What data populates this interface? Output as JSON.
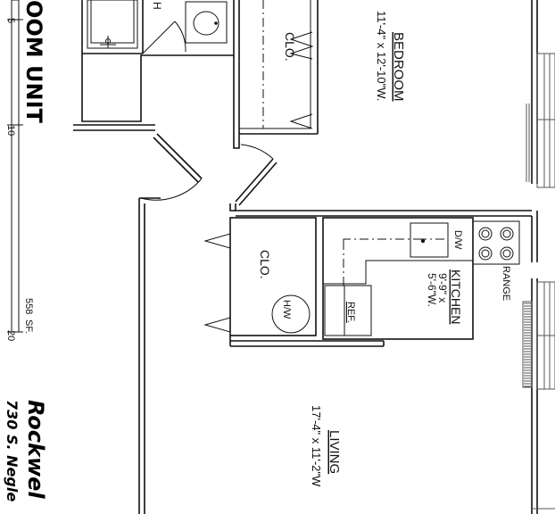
{
  "title": {
    "unit_type": "OOM UNIT",
    "building_name": "Rockwel",
    "address": "730 S. Negle"
  },
  "scale": {
    "ticks": [
      "5",
      "10",
      "20"
    ]
  },
  "area": {
    "value": "558",
    "unit": "SF."
  },
  "rooms": {
    "bedroom": {
      "name": "BEDROOM",
      "dims": "11'-4\" x 12'-10\"W."
    },
    "kitchen": {
      "name": "KITCHEN",
      "dims_line1": "9'-9\" x",
      "dims_line2": "5'-6\"W."
    },
    "living": {
      "name": "LIVING",
      "dims": "17'-4\" x 11'-2\"W"
    },
    "closet_upper": {
      "name": "CLO."
    },
    "closet_lower": {
      "name": "CLO."
    },
    "bath_partial": {
      "name": "H"
    }
  },
  "fixtures": {
    "dishwasher": "D/W",
    "range": "RANGE",
    "refrigerator": "REF.",
    "water_heater": "H/W"
  }
}
